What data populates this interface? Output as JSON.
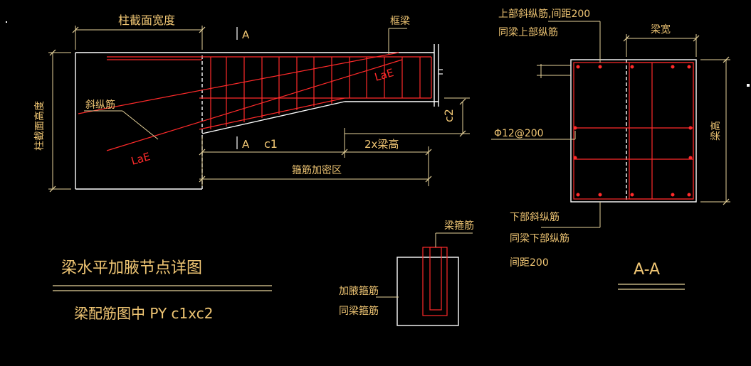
{
  "colors": {
    "background": "#000000",
    "outline": "#ffffff",
    "rebar": "#ff2a2a",
    "text": "#f0c674",
    "dim": "#e6d29a"
  },
  "elevation": {
    "col_width_label": "柱截面宽度",
    "col_height_label": "柱截面高度",
    "frame_beam_label": "框梁",
    "section_mark_top": "A",
    "section_mark_bottom": "A",
    "c1_label": "c1",
    "c2_label": "c2",
    "twice_beam_height_label": "2x梁高",
    "stirrup_dense_label": "箍筋加密区",
    "diagonal_bar_label": "斜纵筋",
    "lae_left": "LaE",
    "lae_right": "LaE"
  },
  "section": {
    "top_bar_label_1": "上部斜纵筋,间距200",
    "top_bar_label_2": "同梁上部纵筋",
    "beam_width_label": "梁宽",
    "stirrup_label": "Φ12@200",
    "beam_height_label": "梁高",
    "bottom_bar_label_1": "下部斜纵筋",
    "bottom_bar_label_2": "同梁下部纵筋",
    "bottom_bar_label_3": "间距200",
    "section_title": "A-A"
  },
  "detail": {
    "beam_stirrup_label": "梁箍筋",
    "haunch_stirrup_label_1": "加腋箍筋",
    "haunch_stirrup_label_2": "同梁箍筋"
  },
  "title_block": {
    "title": "梁水平加腋节点详图",
    "subtitle": "梁配筋图中 PY c1xc2"
  }
}
